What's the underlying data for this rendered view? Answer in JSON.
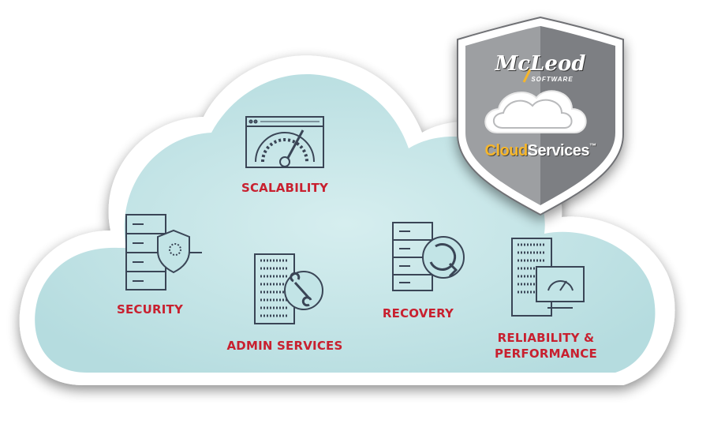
{
  "colors": {
    "cloud_fill": "#c2e4e6",
    "cloud_outline": "#ffffff",
    "icon_stroke": "#3a4556",
    "label_red": "#c8202f",
    "shield_grey": "#8a8c8f",
    "cloudservices_yellow": "#f6b62b"
  },
  "badge": {
    "brand": "McLeod",
    "brand_sub": "SOFTWARE",
    "product_part1": "Cloud",
    "product_part2": "Services",
    "trademark": "™"
  },
  "features": {
    "scalability": {
      "label": "SCALABILITY",
      "icon": "speedometer-icon"
    },
    "security": {
      "label": "SECURITY",
      "icon": "server-shield-icon"
    },
    "admin_services": {
      "label": "ADMIN SERVICES",
      "icon": "server-wrench-icon"
    },
    "recovery": {
      "label": "RECOVERY",
      "icon": "server-refresh-icon"
    },
    "reliability_line1": "RELIABILITY &",
    "reliability_line2": "PERFORMANCE",
    "reliability_icon": "server-monitor-icon"
  }
}
